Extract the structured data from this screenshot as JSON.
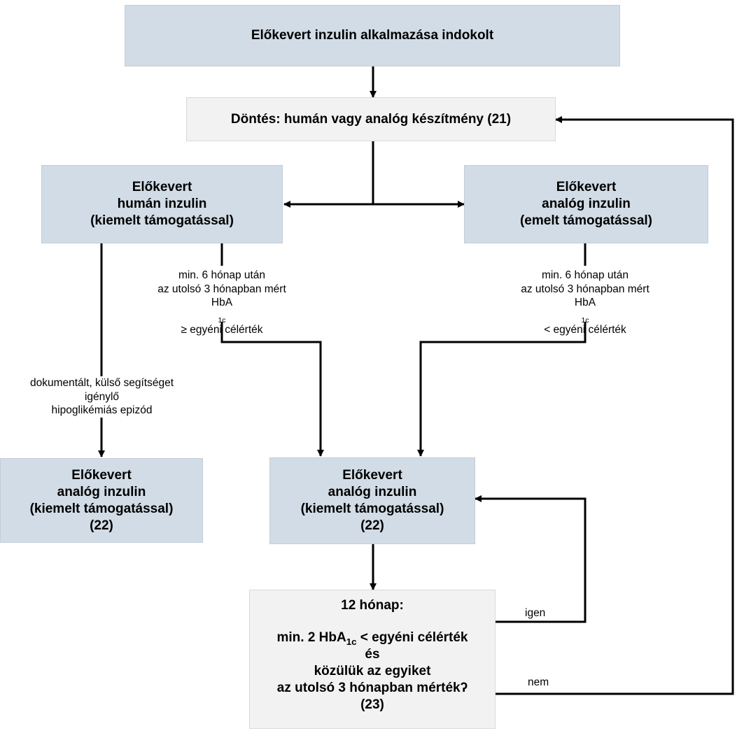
{
  "nodes": {
    "top": "Előkevert inzulin alkalmazása indokolt",
    "decision": "Döntés: humán vagy analóg készítmény (21)",
    "human": [
      "Előkevert",
      "humán inzulin",
      "(kiemelt támogatással)"
    ],
    "analog_emelt": [
      "Előkevert",
      "analóg inzulin",
      "(emelt támogatással)"
    ],
    "analog_left": [
      "Előkevert",
      "analóg inzulin",
      "(kiemelt támogatással)",
      "(22)"
    ],
    "analog_center": [
      "Előkevert",
      "analóg inzulin",
      "(kiemelt támogatással)",
      "(22)"
    ],
    "check": {
      "line1": "12 hónap:",
      "line2_prefix": "min. 2 HbA",
      "line2_sub": "1c",
      "line2_suffix": " < egyéni célérték",
      "line3": "és",
      "line4": "közülük az egyiket",
      "line5": "az utolsó 3 hónapban mértékʔ",
      "line6": "(23)"
    }
  },
  "edge_labels": {
    "human_to_center": {
      "line1": "min. 6 hónap után",
      "line2": "az utolsó 3 hónapban mért",
      "hba": "HbA",
      "sub": "1c",
      "rest": " ≥ egyéni célérték"
    },
    "emelt_to_center": {
      "line1": "min. 6 hónap után",
      "line2": "az utolsó 3 hónapban mért",
      "hba": "HbA",
      "sub": "1c",
      "rest": " < egyéni célérték"
    },
    "human_to_left": [
      "dokumentált, külső segítséget",
      "igénylő",
      "hipoglikémiás epizód"
    ],
    "yes": "igen",
    "no": "nem"
  }
}
